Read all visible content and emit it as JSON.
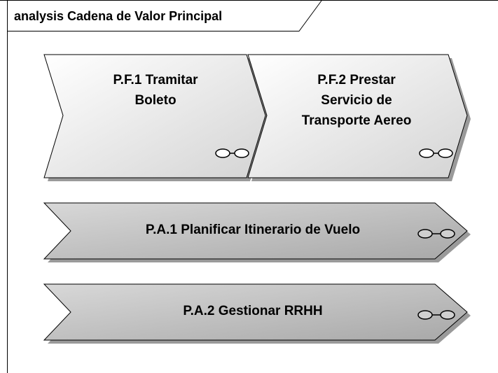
{
  "frame": {
    "title": "analysis Cadena de Valor Principal"
  },
  "processes": [
    {
      "id": "pf1",
      "kind": "primary",
      "label_lines": [
        "P.F.1 Tramitar",
        "Boleto"
      ]
    },
    {
      "id": "pf2",
      "kind": "primary",
      "label_lines": [
        "P.F.2 Prestar",
        "Servicio de",
        "Transporte Aereo"
      ]
    },
    {
      "id": "pa1",
      "kind": "support",
      "label_lines": [
        "P.A.1 Planificar Itinerario de Vuelo"
      ]
    },
    {
      "id": "pa2",
      "kind": "support",
      "label_lines": [
        "P.A.2 Gestionar RRHH"
      ]
    }
  ],
  "colors": {
    "primary_fill_light": "#ffffff",
    "primary_fill_dark": "#d4d4d4",
    "support_fill_light": "#d8d8d8",
    "support_fill_dark": "#a8a8a8",
    "shadow": "#9a9a9a",
    "stroke": "#000000"
  },
  "icons": {
    "link": "chain-link-icon"
  }
}
